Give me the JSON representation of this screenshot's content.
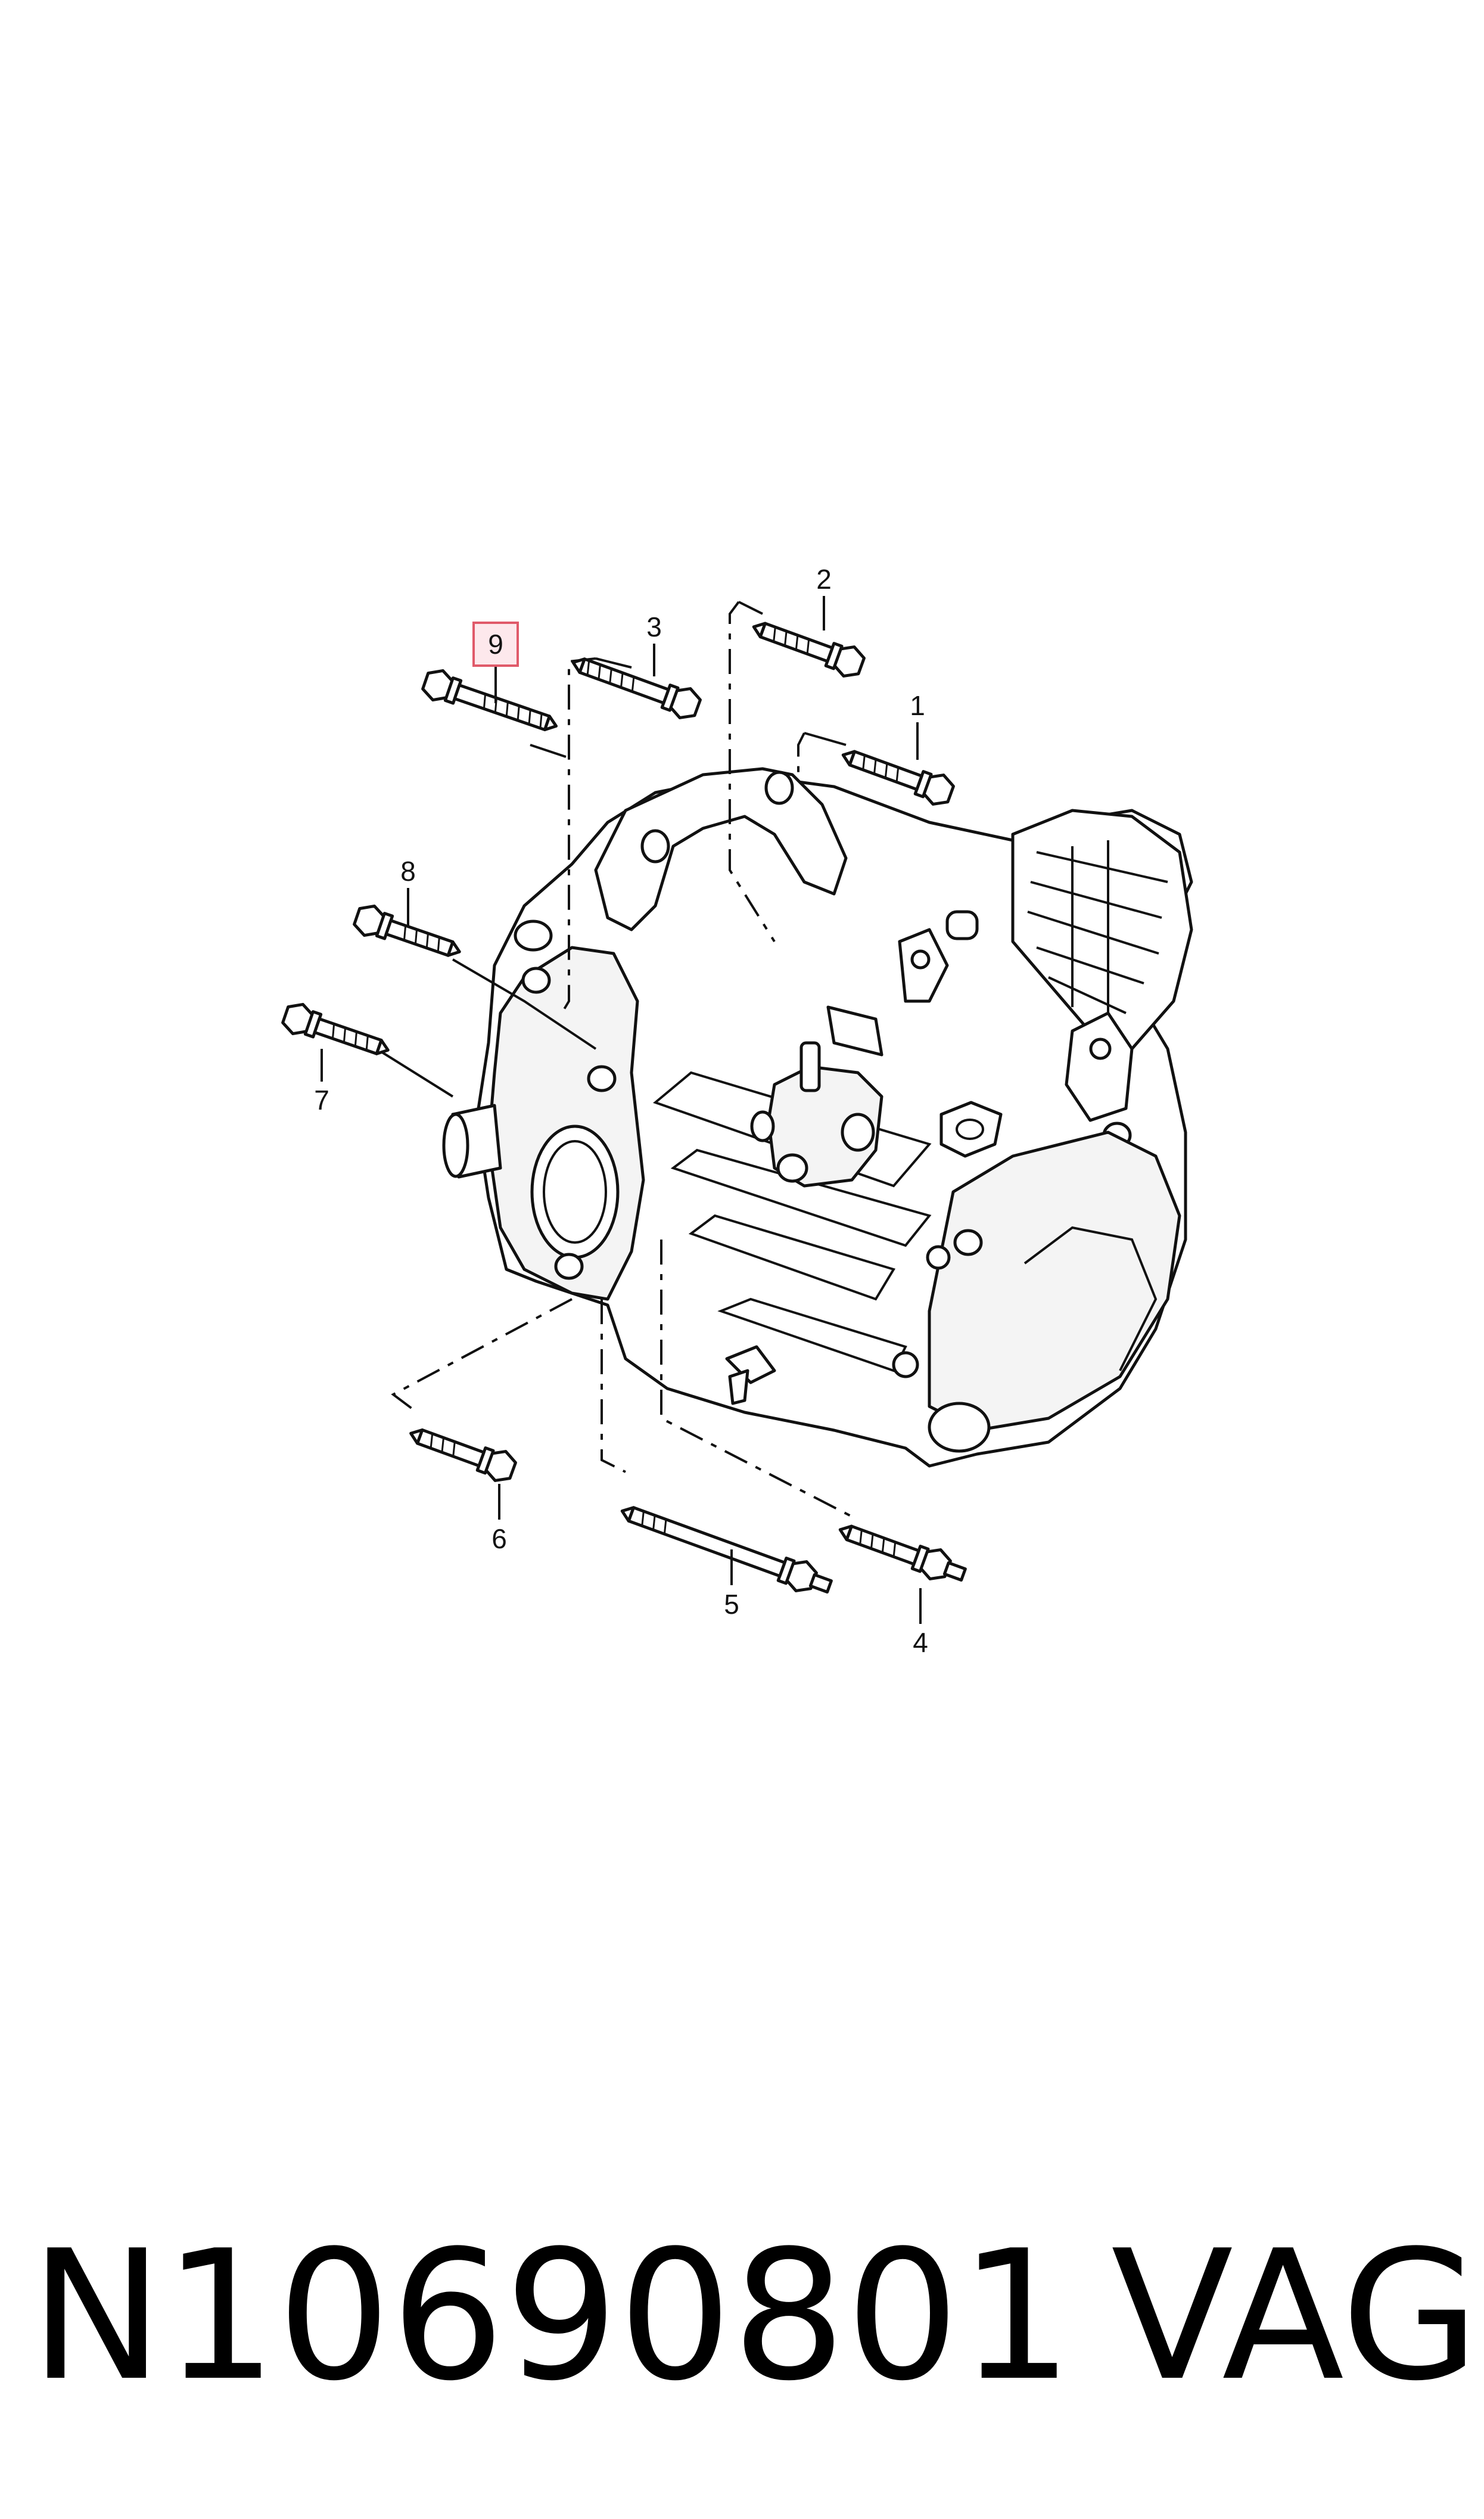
{
  "diagram": {
    "callouts": [
      "1",
      "2",
      "3",
      "4",
      "5",
      "6",
      "7",
      "8",
      "9"
    ],
    "highlighted_callout": "9",
    "highlight_color": "#e05a6a",
    "highlight_fill": "#fde8ec"
  },
  "footer": {
    "part_number": "N10690801",
    "brand": "VAG"
  }
}
